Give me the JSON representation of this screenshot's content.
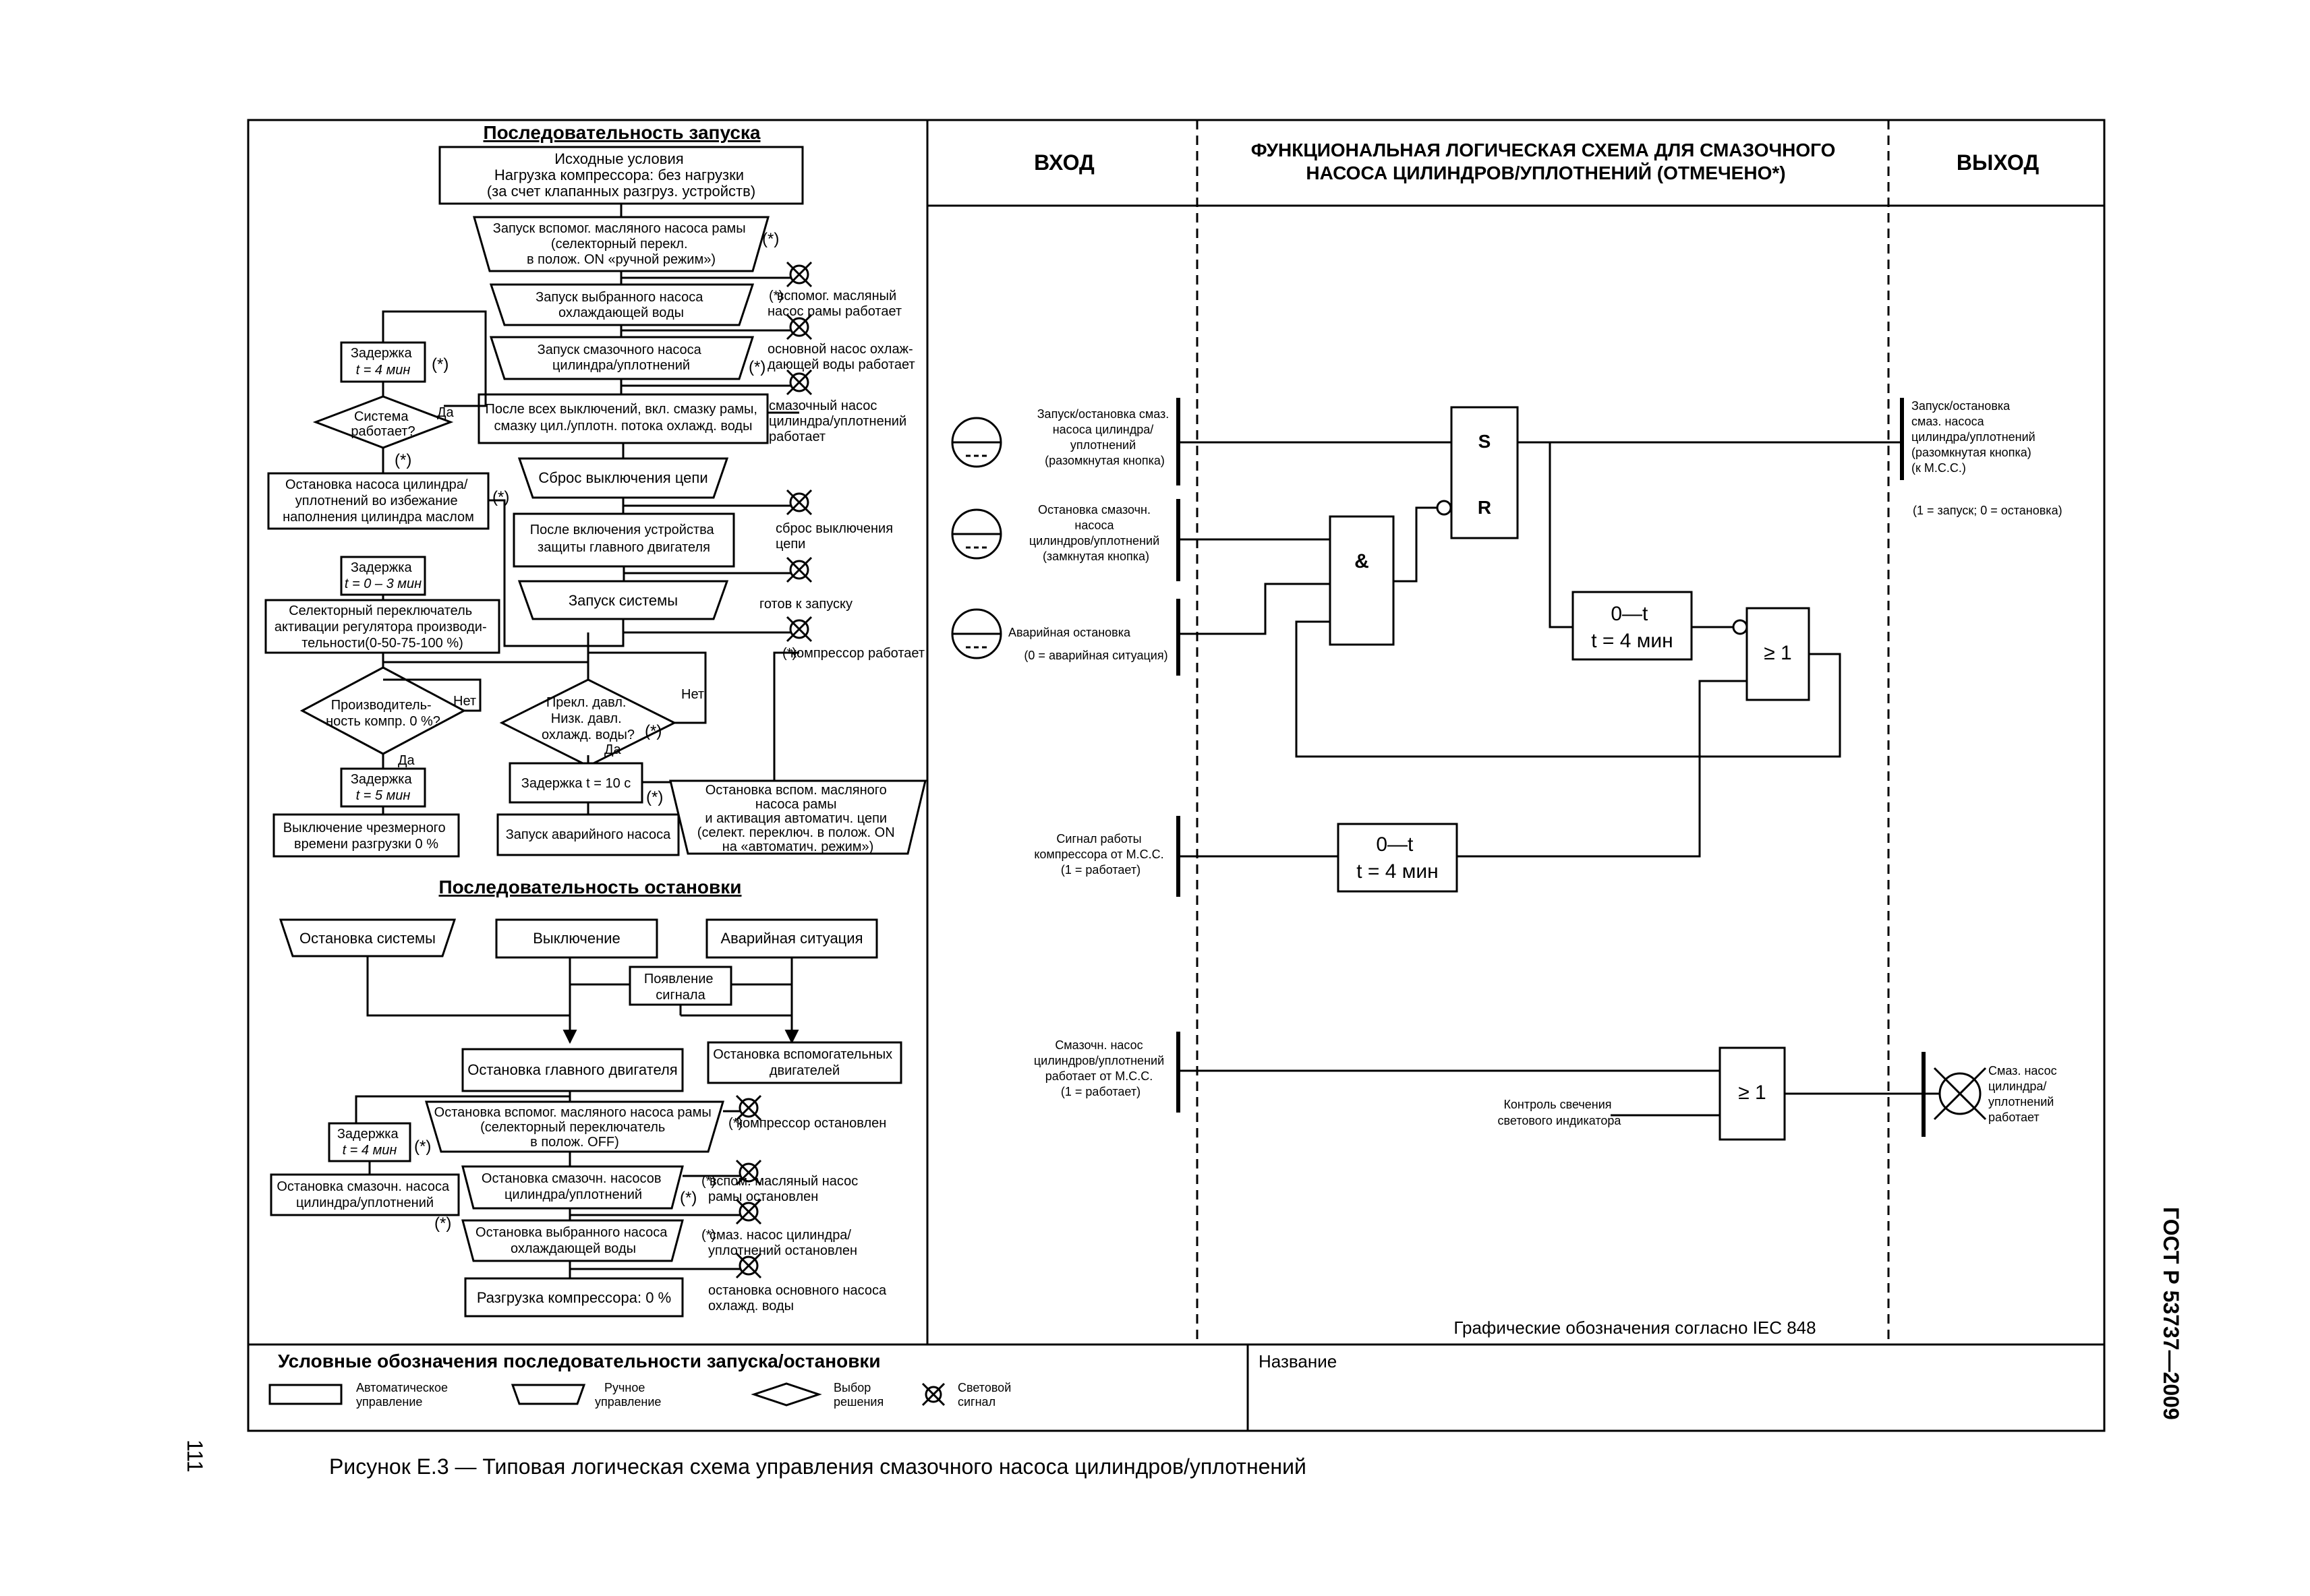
{
  "page_number": "111",
  "gost_label": "ГОСТ Р 53737—2009",
  "caption": "Рисунок Е.3 — Типовая логическая схема управления смазочного насоса цилиндров/уплотнений",
  "left": {
    "start_title": "Последовательность запуска",
    "stop_title": "Последовательность остановки",
    "star": "(*)",
    "yes": "Да",
    "no": "Нет",
    "start": {
      "init": [
        "Исходные условия",
        "Нагрузка компрессора: без нагрузки",
        "(за счет клапанных разгруз. устройств)"
      ],
      "aux_pump": [
        "Запуск вспомог. масляного насоса рамы",
        "(селекторный перекл.",
        "в полож. ON «ручной режим»)"
      ],
      "cool_pump": [
        "Запуск выбранного насоса",
        "охлаждающей воды"
      ],
      "lube_pump": [
        "Запуск смазочного насоса",
        "цилиндра/уплотнений"
      ],
      "after_off": [
        "После всех выключений, вкл. смазку рамы,",
        "смазку цил./уплотн. потока  охлажд. воды"
      ],
      "trip_reset": "Сброс выключения цепи",
      "after_on": [
        "После включения устройства",
        "защиты главного двигателя"
      ],
      "sys_start": "Запуск системы",
      "delay4": [
        "Задержка",
        "t = 4 мин"
      ],
      "sys_works": [
        "Система",
        "работает?"
      ],
      "stop_lube": [
        "Остановка насоса цилиндра/",
        "уплотнений во избежание",
        "наполнения цилиндра маслом"
      ],
      "delay03": [
        "Задержка",
        "t = 0 – 3 мин"
      ],
      "selector": [
        "Селекторный переключатель",
        "активации регулятора производи-",
        "тельности(0-50-75-100 %)"
      ],
      "capacity": [
        "Производитель-",
        "ность компр. 0 %?"
      ],
      "delay5": [
        "Задержка",
        "t = 5 мин"
      ],
      "excess": [
        "Выключение чрезмерного",
        "времени разгрузки 0 %"
      ],
      "low_press": [
        "Прекл. давл.",
        "Низк. давл.",
        "охлажд. воды?"
      ],
      "delay10": "Задержка t = 10 с",
      "emerg_pump": "Запуск аварийного насоса",
      "stop_aux_auto": [
        "Остановка вспом. масляного",
        "насоса рамы",
        "и активация автоматич. цепи",
        "(селект. переключ. в полож. ON",
        "на «автоматич. режим»)"
      ],
      "sig1": [
        "вспомог. масляный",
        "насос рамы работает"
      ],
      "sig2": [
        "основной насос охлаж-",
        "дающей воды работает"
      ],
      "sig3": [
        "смазочный насос",
        "цилиндра/уплотнений",
        "работает"
      ],
      "sig4": [
        "сброс выключения",
        "цепи"
      ],
      "sig5": "готов к запуску",
      "sig6": "компрессор работает"
    },
    "stop": {
      "sys_stop": "Остановка системы",
      "shutdown": "Выключение",
      "emergency": "Аварийная ситуация",
      "signal": [
        "Появление",
        "сигнала"
      ],
      "main_motor": "Остановка главного двигателя",
      "aux_motors": [
        "Остановка вспомогательных",
        "двигателей"
      ],
      "aux_oil": [
        "Остановка вспомог. масляного насоса рамы",
        "(селекторный переключатель",
        "в полож. OFF)"
      ],
      "delay4": [
        "Задержка",
        "t = 4 мин"
      ],
      "lube_stop": [
        "Остановка смазочн. насосов",
        "цилиндра/уплотнений"
      ],
      "lube_stop2": [
        "Остановка смазочн. насоса",
        "цилиндра/уплотнений"
      ],
      "cool_stop": [
        "Остановка выбранного насоса",
        "охлаждающей воды"
      ],
      "unload": "Разгрузка компрессора: 0 %",
      "sig1": "компрессор остановлен",
      "sig2": [
        "вспом. масляный насос",
        "рамы остановлен"
      ],
      "sig3": [
        "смаз. насос цилиндра/",
        "уплотнений остановлен"
      ],
      "sig4": [
        "остановка основного насоса",
        "охлажд. воды"
      ]
    }
  },
  "right": {
    "col_input": "ВХОД",
    "col_func": [
      "ФУНКЦИОНАЛЬНАЯ ЛОГИЧЕСКАЯ СХЕМА ДЛЯ СМАЗОЧНОГО",
      "НАСОСА ЦИЛИНДРОВ/УПЛОТНЕНИЙ (ОТМЕЧЕНО*)"
    ],
    "col_output": "ВЫХОД",
    "in1": [
      "Запуск/остановка смаз.",
      "насоса цилиндра/",
      "уплотнений",
      "(разомкнутая кнопка)"
    ],
    "in2": [
      "Остановка смазочн.",
      "насоса",
      "цилиндров/уплотнений",
      "(замкнутая кнопка)"
    ],
    "in3": [
      "Аварийная остановка",
      "(0 = аварийная ситуация)"
    ],
    "in4": [
      "Сигнал работы",
      "компрессора от М.С.С.",
      "(1 = работает)"
    ],
    "in5": [
      "Смазочн. насос",
      "цилиндров/уплотнений",
      "работает от М.С.С.",
      "(1 = работает)"
    ],
    "lamp_check": [
      "Контроль свечения",
      "светового индикатора"
    ],
    "out1": [
      "Запуск/остановка",
      "смаз. насоса",
      "цилиндра/уплотнений",
      "(разомкнутая кнопка)",
      "(к М.С.С.)"
    ],
    "out1_note": "(1 = запуск; 0 = остановка)",
    "out2": [
      "Смаз. насос",
      "цилиндра/",
      "уплотнений",
      "работает"
    ],
    "gate_s": "S",
    "gate_r": "R",
    "gate_and": "&",
    "gate_or": "≥ 1",
    "timer_top": "0—t",
    "timer_bot": "t = 4 мин",
    "footnote": "Графические обозначения согласно IEC 848"
  },
  "legend": {
    "title": "Условные обозначения последовательности запуска/остановки",
    "auto": [
      "Автоматическое",
      "управление"
    ],
    "manual": [
      "Ручное",
      "управление"
    ],
    "decision": [
      "Выбор",
      "решения"
    ],
    "light": [
      "Световой",
      "сигнал"
    ],
    "name_label": "Название"
  }
}
